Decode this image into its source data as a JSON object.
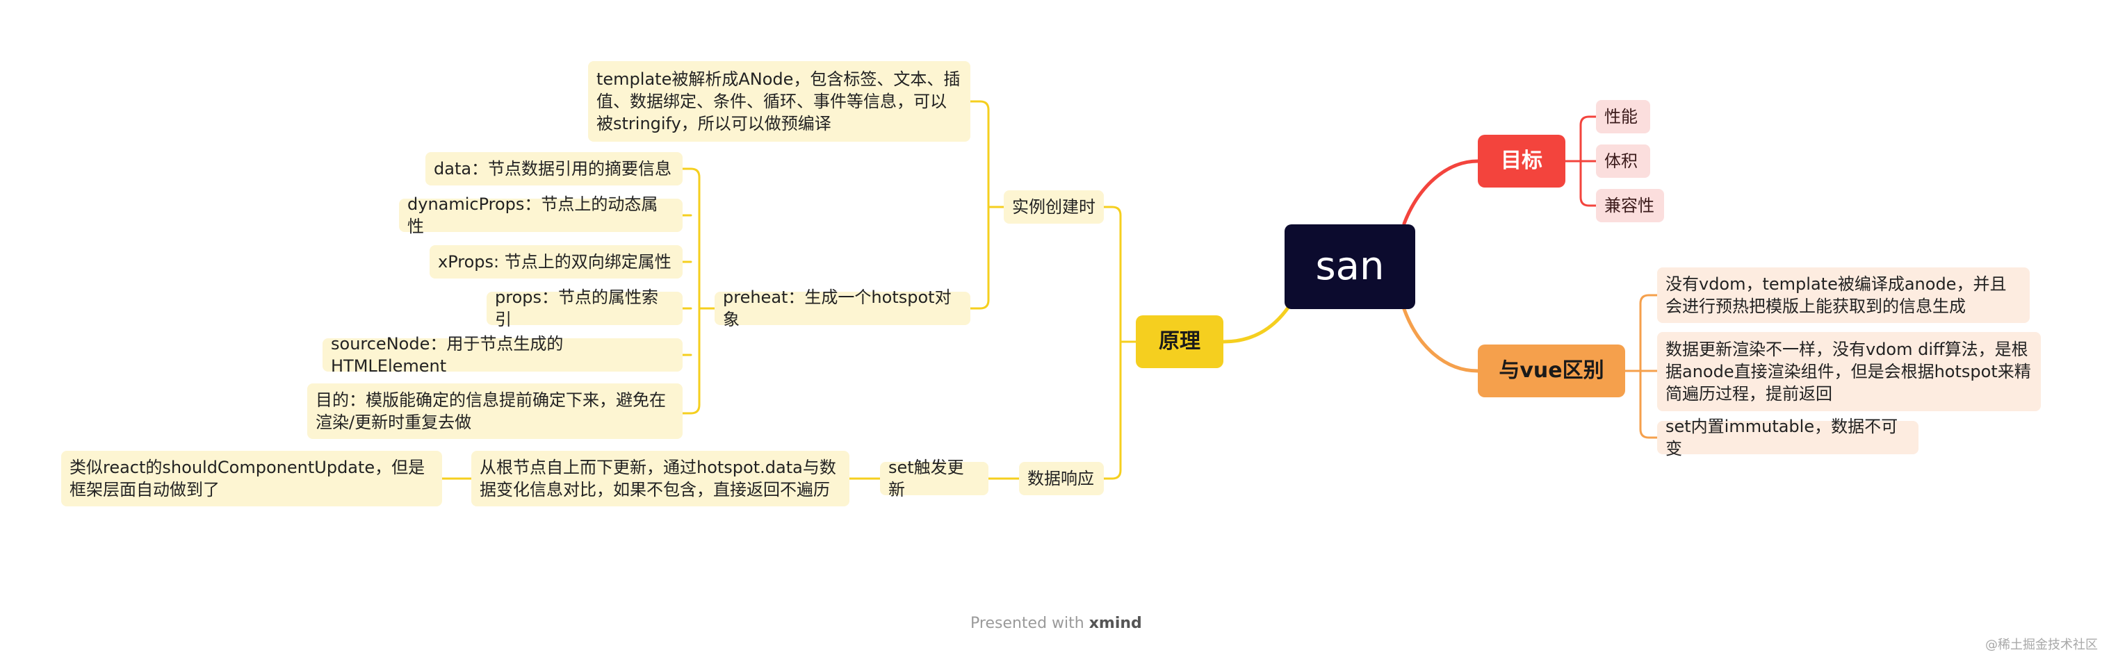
{
  "colors": {
    "center": "#0c0b2e",
    "goal": "#f3443d",
    "vue_diff": "#f5a04c",
    "principle": "#f5cf1f",
    "yellow_sub": "#fdf5d2",
    "orange_sub": "#fdece0",
    "red_sub": "#fbdedd"
  },
  "center": {
    "label": "san"
  },
  "goal": {
    "label": "目标",
    "items": [
      "性能",
      "体积",
      "兼容性"
    ]
  },
  "vue_diff": {
    "label": "与vue区别",
    "items": [
      "没有vdom，template被编译成anode，并且会进行预热把模版上能获取到的信息生成",
      "数据更新渲染不一样，没有vdom diff算法，是根据anode直接渲染组件，但是会根据hotspot来精简遍历过程，提前返回",
      "set内置immutable，数据不可变"
    ]
  },
  "principle": {
    "label": "原理",
    "instance": {
      "label": "实例创建时",
      "template_note": "template被解析成ANode，包含标签、文本、插值、数据绑定、条件、循环、事件等信息，可以被stringify，所以可以做预编译",
      "preheat": {
        "label": "preheat：生成一个hotspot对象",
        "items": [
          "data：节点数据引用的摘要信息",
          "dynamicProps：节点上的动态属性",
          "xProps: 节点上的双向绑定属性",
          "props：节点的属性索引",
          "sourceNode：用于节点生成的HTMLElement",
          "目的：模版能确定的信息提前确定下来，避免在渲染/更新时重复去做"
        ]
      }
    },
    "reactive": {
      "label": "数据响应",
      "set": {
        "label": "set触发更新",
        "detail": "从根节点自上而下更新，通过hotspot.data与数据变化信息对比，如果不包含，直接返回不遍历",
        "analogy": "类似react的shouldComponentUpdate，但是框架层面自动做到了"
      }
    }
  },
  "footer": {
    "presented_with": "Presented with",
    "brand": "xmind"
  },
  "watermark": "@稀土掘金技术社区"
}
